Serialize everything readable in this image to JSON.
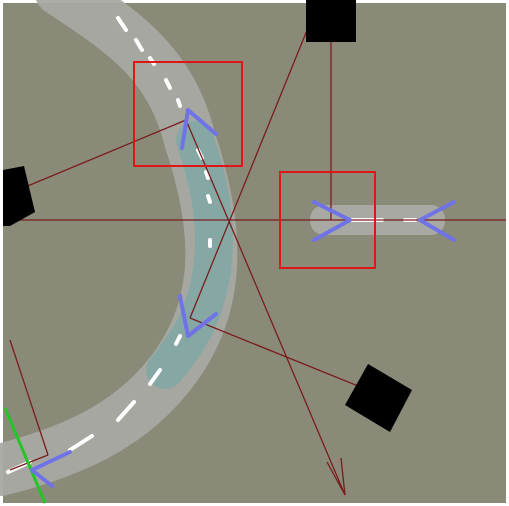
{
  "scene": {
    "background_color": "#8a8a78",
    "track_color": "#a9a9a3",
    "lane_highlight_color": "#7fa8a6",
    "dash_color": "#ffffff",
    "ray_color": "#7a1c1c",
    "chevron_color": "#6f73e6",
    "selection_color": "#e01515",
    "block_color": "#000000",
    "axis_color": "#27c427"
  },
  "objects": {
    "blocks": [
      {
        "name": "block-top"
      },
      {
        "name": "block-left"
      },
      {
        "name": "block-bottom-right"
      }
    ],
    "chevrons": [
      {
        "name": "chevron-upper"
      },
      {
        "name": "chevron-middle"
      },
      {
        "name": "chevron-right-a"
      },
      {
        "name": "chevron-right-b"
      },
      {
        "name": "chevron-lower-left"
      }
    ],
    "selections": [
      {
        "name": "selection-box-upper"
      },
      {
        "name": "selection-box-right"
      }
    ]
  }
}
